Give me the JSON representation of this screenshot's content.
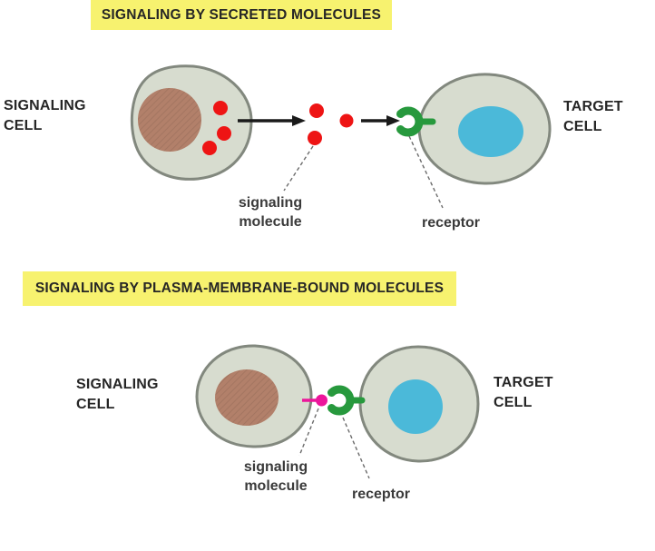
{
  "colors": {
    "banner_bg": "#f7f26f",
    "text_dark": "#262626",
    "label_gray": "#3a3a3a",
    "cell_fill": "#d7dccf",
    "cell_border": "#82887e",
    "nucleus_brown": "#b2806a",
    "nucleus_blue": "#4bb9d9",
    "molecule_red": "#ee1414",
    "receptor_green": "#27993d",
    "molecule_magenta": "#ec169b",
    "arrow_black": "#1a1a1a",
    "leader_gray": "#6b6b6b"
  },
  "panel_secreted": {
    "title": "SIGNALING BY SECRETED MOLECULES",
    "signaling_cell_label": "SIGNALING CELL",
    "target_cell_label": "TARGET CELL",
    "signaling_molecule_label": "signaling molecule",
    "receptor_label": "receptor"
  },
  "panel_membrane": {
    "title": "SIGNALING BY PLASMA-MEMBRANE-BOUND MOLECULES",
    "signaling_cell_label": "SIGNALING CELL",
    "target_cell_label": "TARGET CELL",
    "signaling_molecule_label": "signaling molecule",
    "receptor_label": "receptor"
  }
}
